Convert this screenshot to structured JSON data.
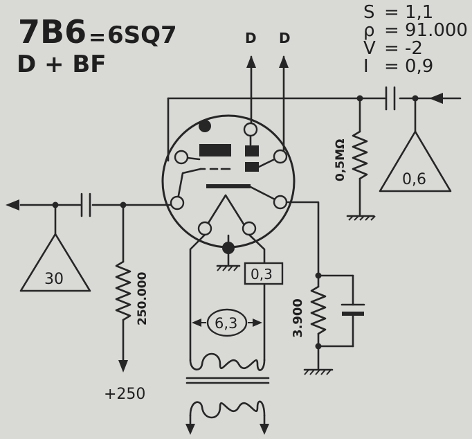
{
  "header": {
    "tube": "7B6",
    "equals": "=",
    "equivalent": "6SQ7",
    "function": "D + BF"
  },
  "specs": [
    {
      "symbol": "S",
      "eq": "=",
      "value": "1,1"
    },
    {
      "symbol": "ρ",
      "eq": "=",
      "value": "91.000"
    },
    {
      "symbol": "V",
      "eq": "=",
      "value": "-2"
    },
    {
      "symbol": "I",
      "eq": "=",
      "value": "0,9"
    }
  ],
  "labels": {
    "diode_out_1": "D",
    "diode_out_2": "D",
    "grid_resistor": "0,5MΩ",
    "input_level": "0,6",
    "output_level": "30",
    "plate_resistor": "250.000",
    "supply": "+250",
    "heater_current": "0,3",
    "heater_voltage": "6,3",
    "cathode_resistor": "3.900"
  }
}
